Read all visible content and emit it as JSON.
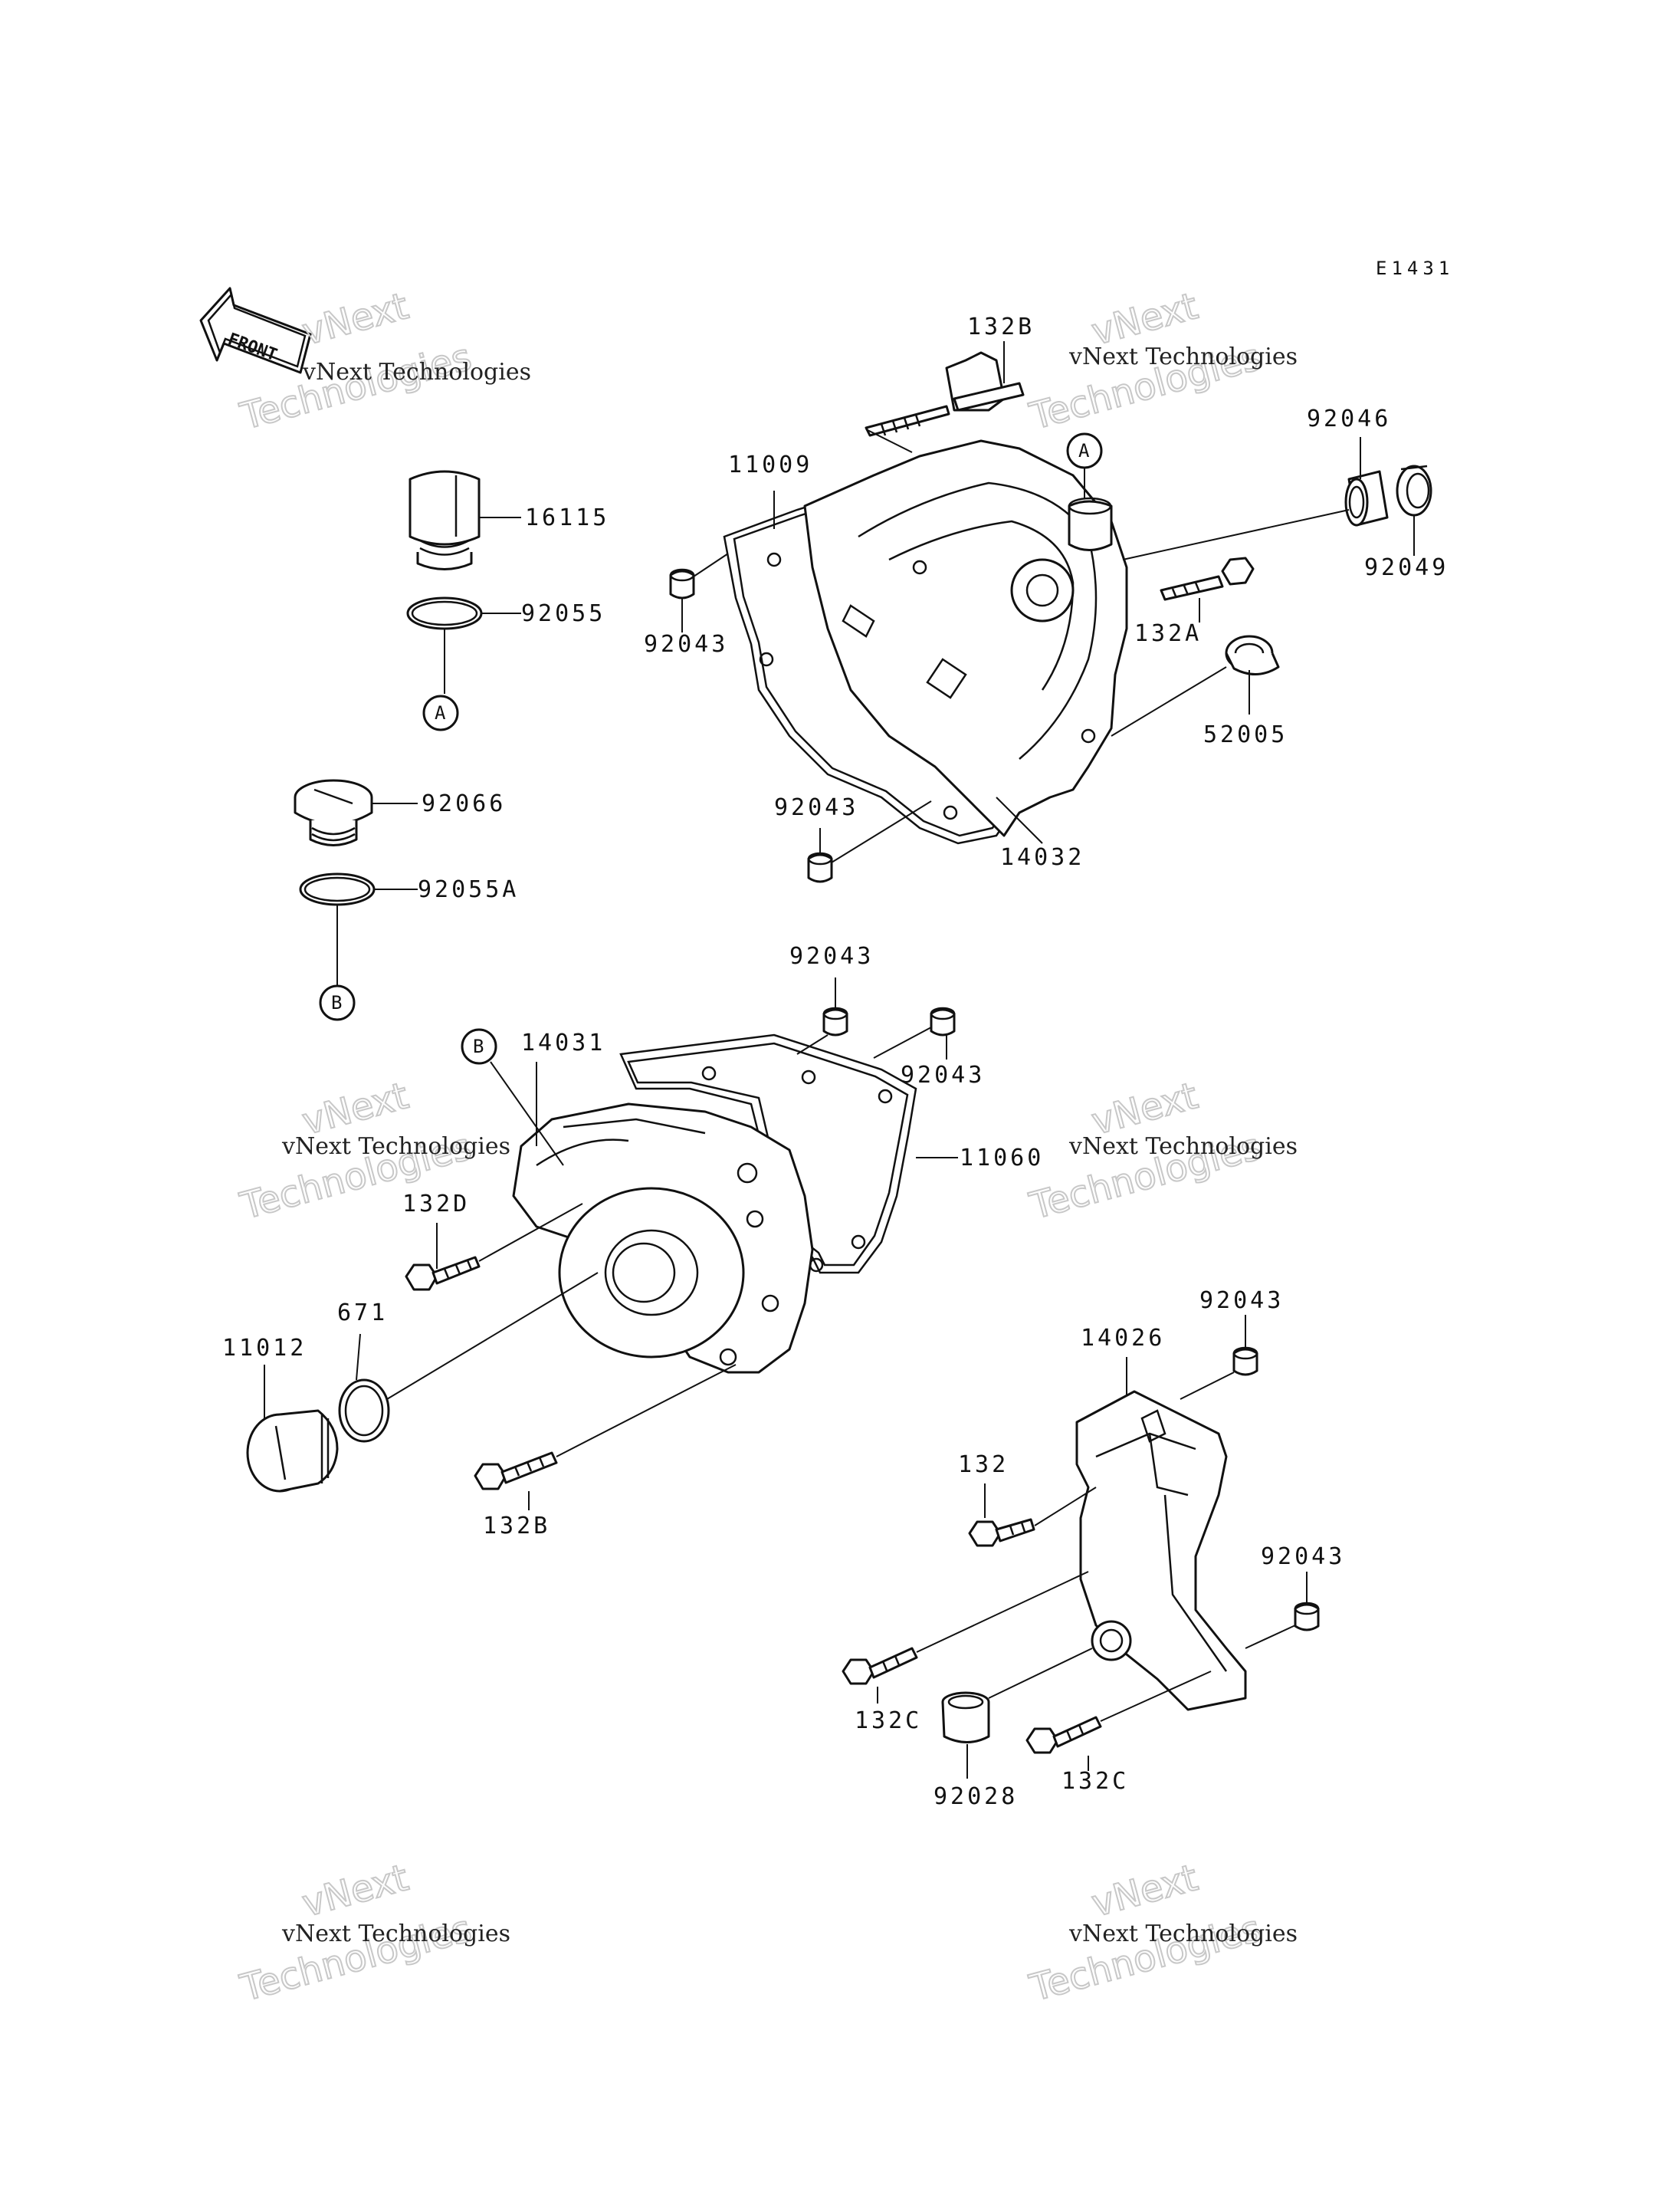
{
  "diagram_code": "E1431",
  "front_label": "FRONT",
  "watermark": {
    "line1": "vNext Technologies",
    "line2": "vNext Technologies"
  },
  "parts": [
    {
      "id": "p-132B-top",
      "label": "132B"
    },
    {
      "id": "p-11009",
      "label": "11009"
    },
    {
      "id": "p-92046",
      "label": "92046"
    },
    {
      "id": "p-16115",
      "label": "16115"
    },
    {
      "id": "p-92055",
      "label": "92055"
    },
    {
      "id": "p-92049",
      "label": "92049"
    },
    {
      "id": "p-132A",
      "label": "132A"
    },
    {
      "id": "p-92043-a",
      "label": "92043"
    },
    {
      "id": "p-52005",
      "label": "52005"
    },
    {
      "id": "p-92066",
      "label": "92066"
    },
    {
      "id": "p-92043-b",
      "label": "92043"
    },
    {
      "id": "p-14032",
      "label": "14032"
    },
    {
      "id": "p-92055A",
      "label": "92055A"
    },
    {
      "id": "p-92043-c",
      "label": "92043"
    },
    {
      "id": "p-14031",
      "label": "14031"
    },
    {
      "id": "p-92043-d",
      "label": "92043"
    },
    {
      "id": "p-11060",
      "label": "11060"
    },
    {
      "id": "p-132D",
      "label": "132D"
    },
    {
      "id": "p-671",
      "label": "671"
    },
    {
      "id": "p-11012",
      "label": "11012"
    },
    {
      "id": "p-92043-e",
      "label": "92043"
    },
    {
      "id": "p-14026",
      "label": "14026"
    },
    {
      "id": "p-132B-bot",
      "label": "132B"
    },
    {
      "id": "p-132",
      "label": "132"
    },
    {
      "id": "p-92043-f",
      "label": "92043"
    },
    {
      "id": "p-132C-a",
      "label": "132C"
    },
    {
      "id": "p-92028",
      "label": "92028"
    },
    {
      "id": "p-132C-b",
      "label": "132C"
    }
  ],
  "callouts": [
    {
      "id": "c-A-top",
      "letter": "A"
    },
    {
      "id": "c-A-left",
      "letter": "A"
    },
    {
      "id": "c-B-left",
      "letter": "B"
    },
    {
      "id": "c-B-cover",
      "letter": "B"
    }
  ]
}
